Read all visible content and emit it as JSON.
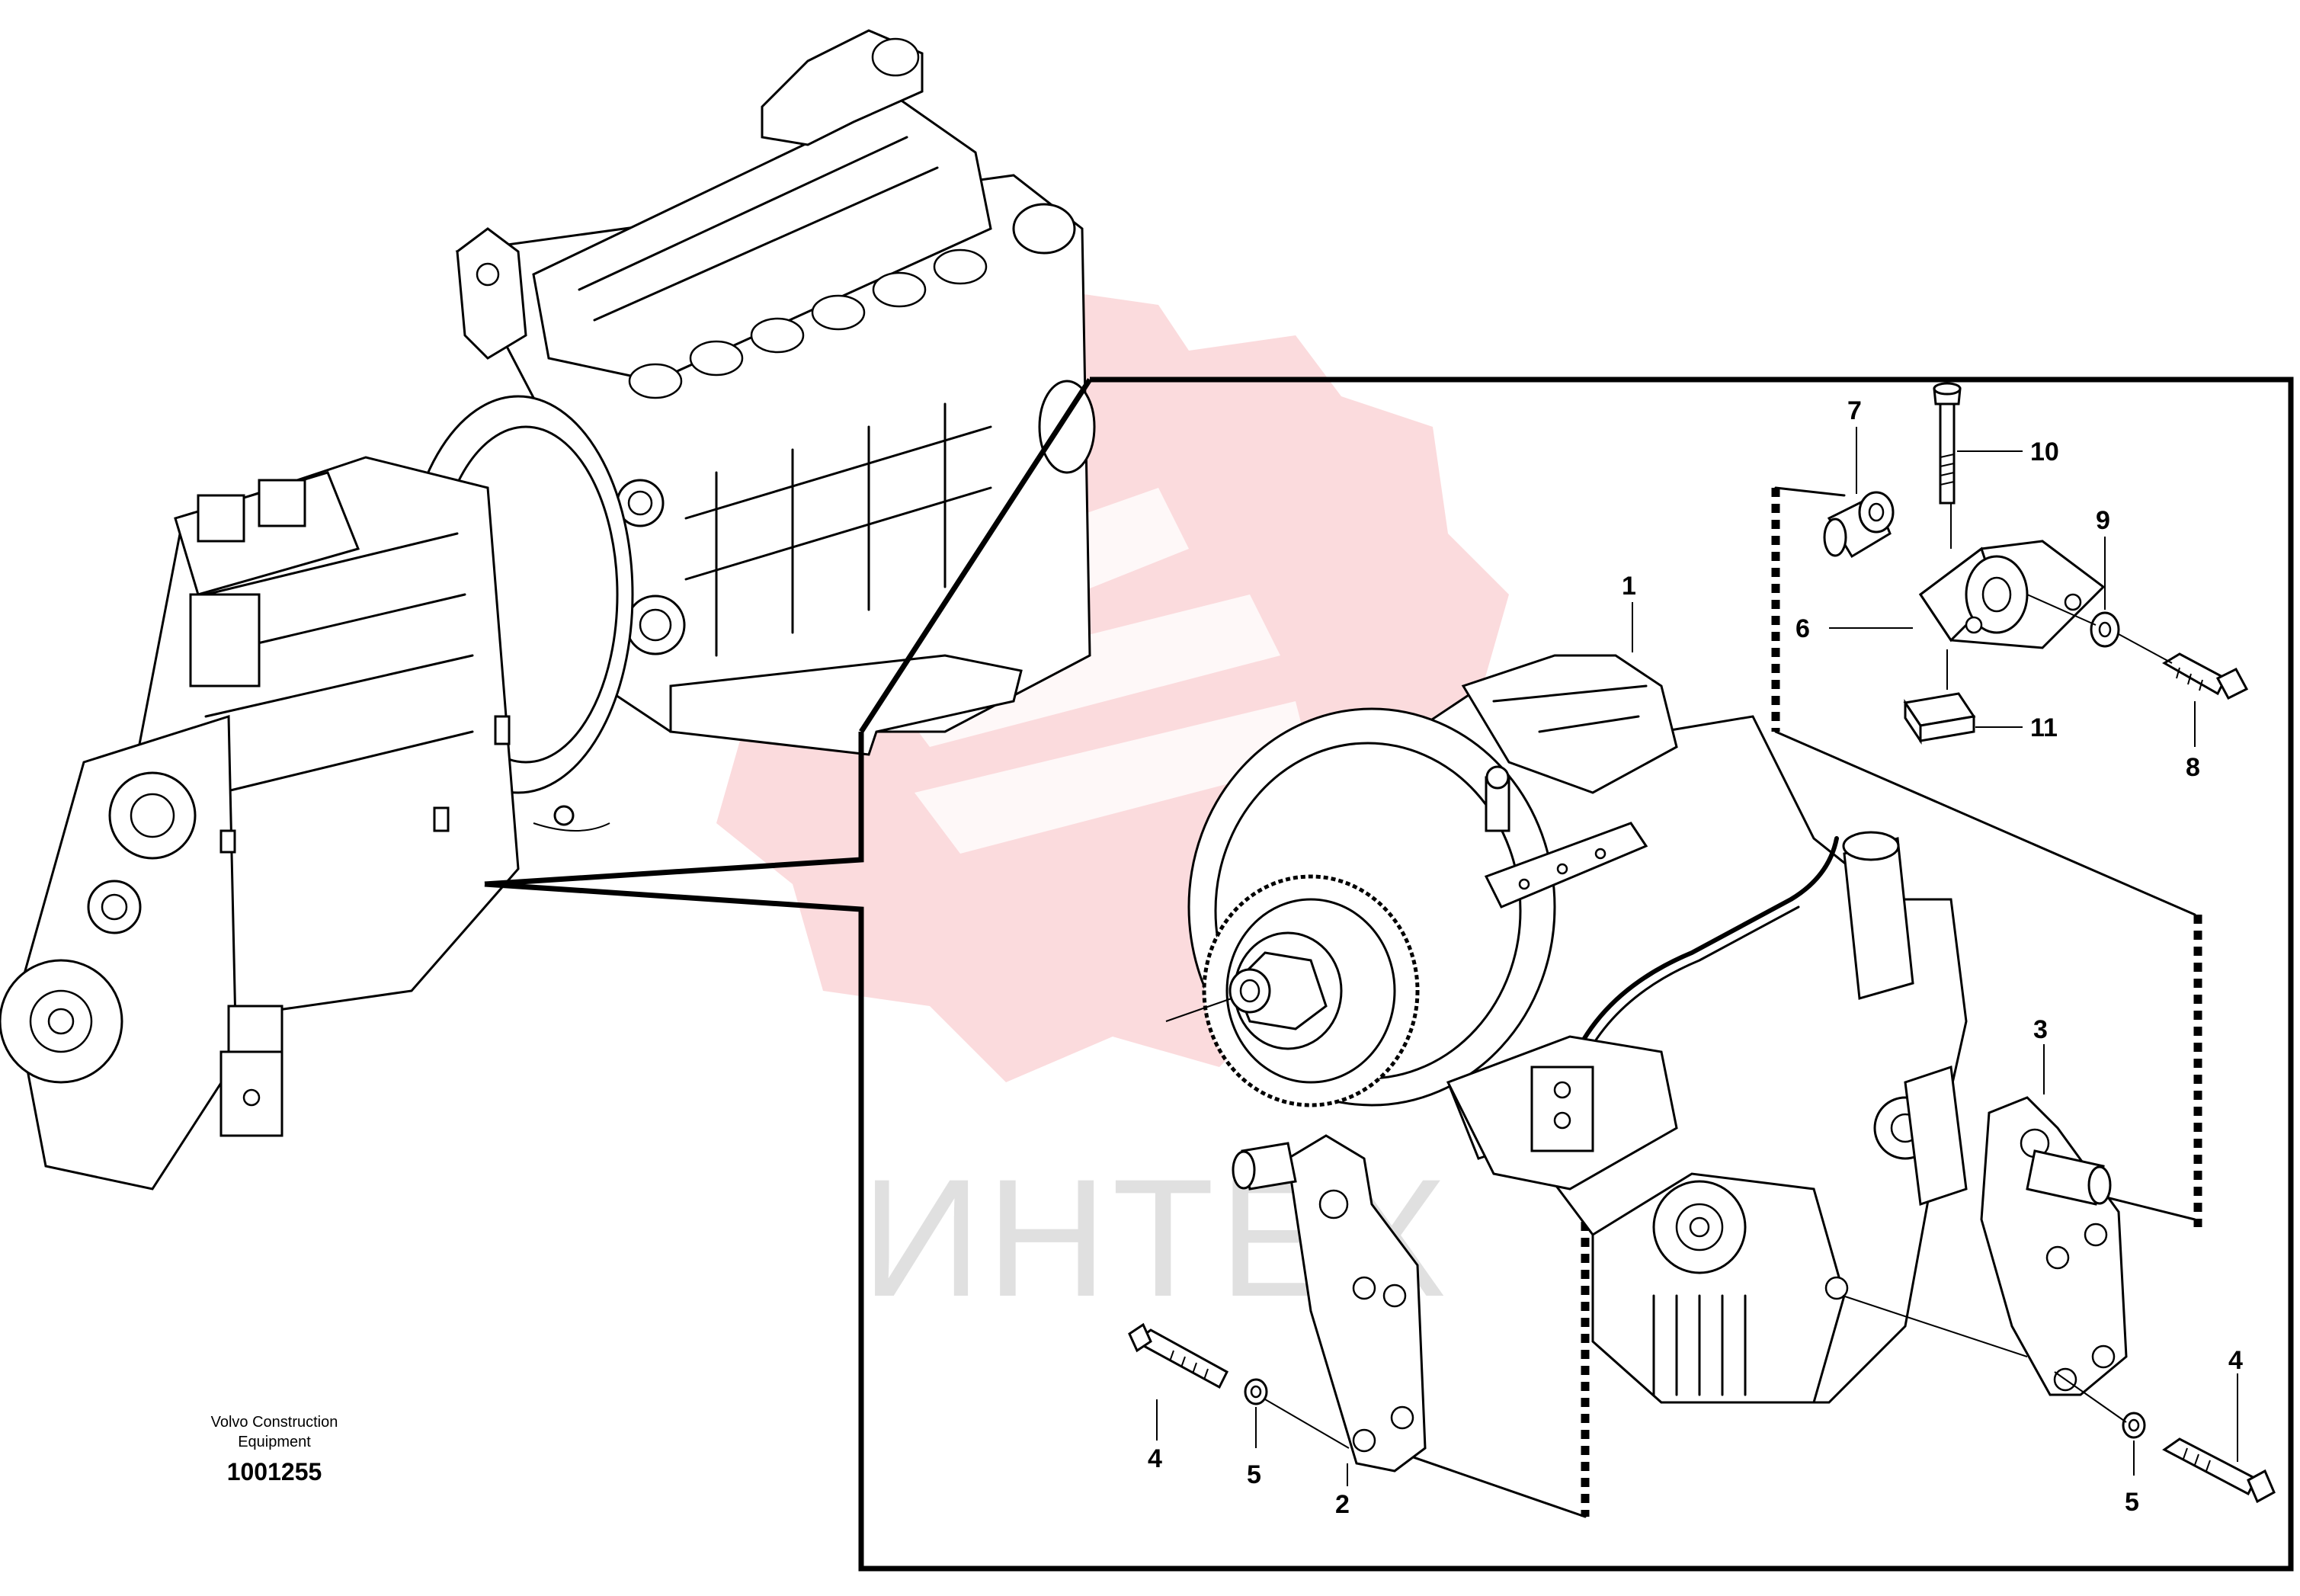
{
  "watermark": {
    "text": "ИНТЕХ",
    "color": "#e8202a"
  },
  "credit": {
    "company_line1": "Volvo Construction",
    "company_line2": "Equipment",
    "drawing_number": "1001255"
  },
  "callouts": [
    {
      "id": "c1",
      "label": "1"
    },
    {
      "id": "c2",
      "label": "2"
    },
    {
      "id": "c3",
      "label": "3"
    },
    {
      "id": "c4a",
      "label": "4"
    },
    {
      "id": "c4b",
      "label": "4"
    },
    {
      "id": "c5a",
      "label": "5"
    },
    {
      "id": "c5b",
      "label": "5"
    },
    {
      "id": "c6",
      "label": "6"
    },
    {
      "id": "c7",
      "label": "7"
    },
    {
      "id": "c8",
      "label": "8"
    },
    {
      "id": "c9",
      "label": "9"
    },
    {
      "id": "c10",
      "label": "10"
    },
    {
      "id": "c11",
      "label": "11"
    }
  ]
}
